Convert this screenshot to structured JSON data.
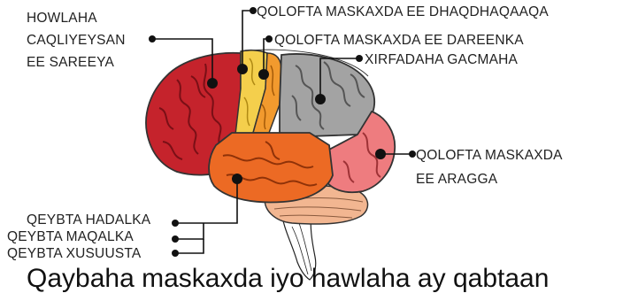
{
  "labels": {
    "motor_planning": [
      "HOWLAHA",
      "CAQLIYEYSAN",
      "EE SAREEYA"
    ],
    "behavior_cortex": "QOLOFTA MASKAXDA EE DHAQDHAQAAQA",
    "sensory_cortex": "QOLOFTA MASKAXDA EE DAREENKA",
    "motor_skills": "XIRFADAHA GACMAHA",
    "visual_cortex": [
      "QOLOFTA MASKAXDA",
      "EE ARAGGA"
    ],
    "speech": "QEYBTA HADALKA",
    "comprehension": "QEYBTA MAQALKA",
    "memory": "QEYBTA XUSUUSTA"
  },
  "caption": "Qaybaha maskaxda iyo hawlaha ay qabtaan",
  "colors": {
    "frontal": "#c5232c",
    "motor": "#f4cf4c",
    "sensory": "#f29a2e",
    "parietal": "#a3a3a3",
    "occipital": "#ee7c7f",
    "temporal": "#ec6a24",
    "cerebellum": "#f2b691",
    "stem": "#ffffff",
    "leader": "#111111"
  }
}
